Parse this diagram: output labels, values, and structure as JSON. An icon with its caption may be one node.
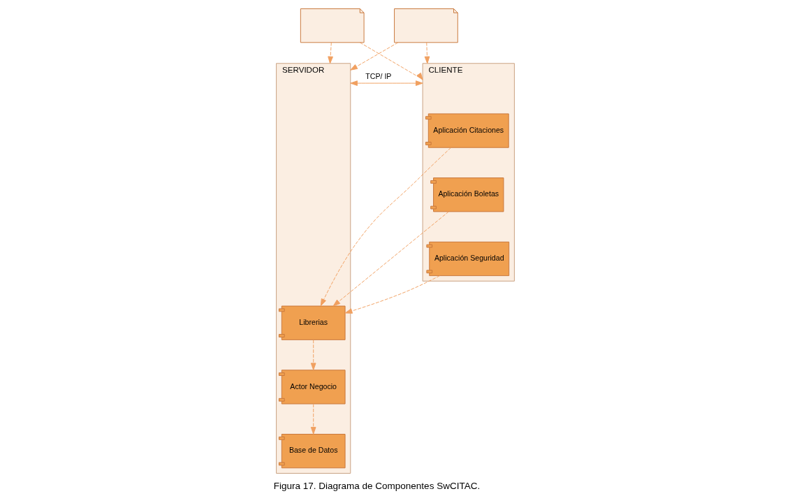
{
  "diagram": {
    "caption": "Figura 17. Diagrama de Componentes SwCITAC.",
    "nodes": [
      {
        "text": [],
        "shape": "note"
      },
      {
        "text": [],
        "shape": "note"
      },
      {
        "text": [
          "CLIENTE"
        ]
      },
      {
        "text": [
          "Aplicación Citaciones"
        ],
        "in": 2
      },
      {
        "text": [
          "Aplicación Boletas"
        ],
        "in": 2
      },
      {
        "text": [
          "Aplicación Seguridad"
        ],
        "in": 2
      },
      {
        "text": [
          "SERVIDOR"
        ]
      },
      {
        "text": [
          "Librerias"
        ],
        "in": 6
      },
      {
        "text": [
          "Actor Negocio"
        ],
        "in": 6
      },
      {
        "text": [
          "Base de Datos"
        ],
        "in": 6
      }
    ],
    "edges": [
      {
        "from": 0,
        "to": 2,
        "arrow": "to",
        "style": "dashed"
      },
      {
        "from": 0,
        "to": 6,
        "arrow": "to",
        "style": "dashed"
      },
      {
        "from": 1,
        "to": 2,
        "arrow": "to",
        "style": "dashed"
      },
      {
        "from": 1,
        "to": 6,
        "arrow": "to",
        "style": "dashed"
      },
      {
        "from": 2,
        "to": 6,
        "arrow": "both",
        "label": "TCP/ IP"
      },
      {
        "from": 3,
        "to": 7,
        "arrow": "to",
        "style": "dashed"
      },
      {
        "from": 4,
        "to": 7,
        "arrow": "to",
        "style": "dashed"
      },
      {
        "from": 5,
        "to": 7,
        "arrow": "to",
        "style": "dashed"
      },
      {
        "from": 7,
        "to": 8,
        "arrow": "to",
        "style": "dashed"
      },
      {
        "from": 8,
        "to": 9,
        "arrow": "to",
        "style": "dashed"
      }
    ]
  }
}
